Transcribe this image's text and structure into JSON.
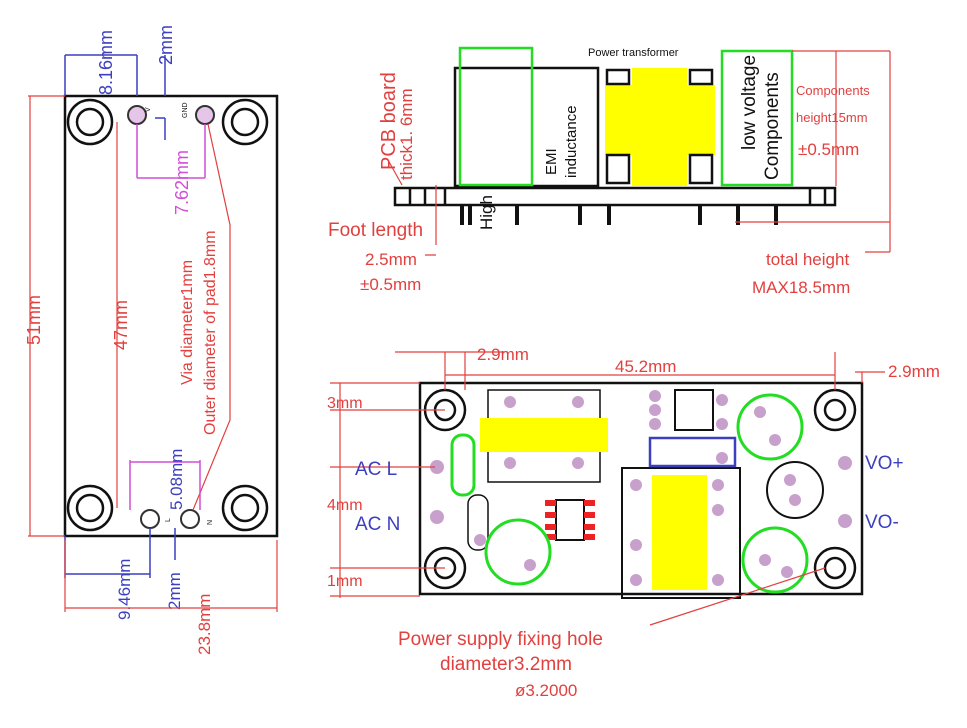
{
  "left_view": {
    "width_offset": "8.16mm",
    "top_offset": "2mm",
    "pin_pitch_top": "7.62mm",
    "height_total": "51mm",
    "pin_span": "47mm",
    "via_note": "Via diameter1mm",
    "pad_note": "Outer diameter of pad1.8mm",
    "pin_pitch_bottom": "5.08mm",
    "bottom_offset": "9.46mm",
    "bottom_margin": "2mm",
    "width_total": "23.8mm",
    "pin_v": "V",
    "pin_gnd": "GND",
    "pin_l": "L",
    "pin_n": "N"
  },
  "side_view": {
    "pcb_board": "PCB board",
    "pcb_thick": "thick1. 6mm",
    "power_transformer": "Power transformer",
    "emi": "EMI",
    "inductance": "inductance",
    "low_voltage": "low voltage",
    "components": "Components",
    "high": "High",
    "components_height_1": "Components",
    "components_height_2": "height15mm",
    "components_height_tol": "±0.5mm",
    "foot_length": "Foot length",
    "foot_value": "2.5mm",
    "foot_tol": "±0.5mm",
    "total_height": "total height",
    "total_max": "MAX18.5mm"
  },
  "top_view": {
    "left_margin": "2.9mm",
    "hole_span": "45.2mm",
    "right_margin": "2.9mm",
    "dim_3mm": "3mm",
    "dim_4mm": "4mm",
    "dim_1mm": "1mm",
    "ac_l": "AC  L",
    "ac_n": "AC  N",
    "vo_plus": "VO+",
    "vo_minus": "VO-",
    "hole_note_1": "Power supply fixing hole",
    "hole_note_2": "diameter3.2mm",
    "hole_note_3": "ø3.2000"
  }
}
